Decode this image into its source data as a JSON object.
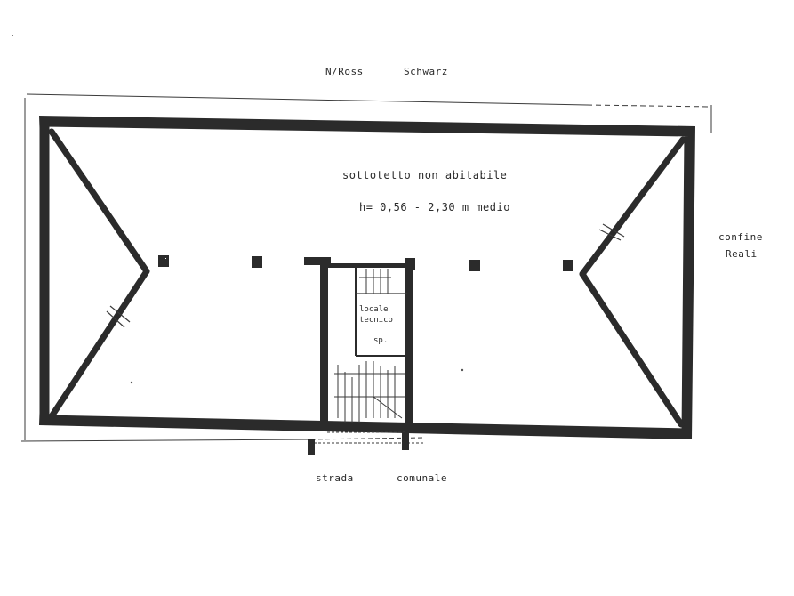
{
  "labels": {
    "top_left": "N/Ross",
    "top_right": "Schwarz",
    "room_line1": "sottotetto non abitabile",
    "room_line2": "h= 0,56 - 2,30 m medio",
    "right_line1": "confine",
    "right_line2": "Reali",
    "stair_line1": "locale",
    "stair_line2": "tecnico",
    "stair_line3": "sp.",
    "bottom_left": "strada",
    "bottom_right": "comunale"
  },
  "colors": {
    "wall": "#2b2b2b",
    "line": "#3a3a3a",
    "paper": "#ffffff"
  }
}
